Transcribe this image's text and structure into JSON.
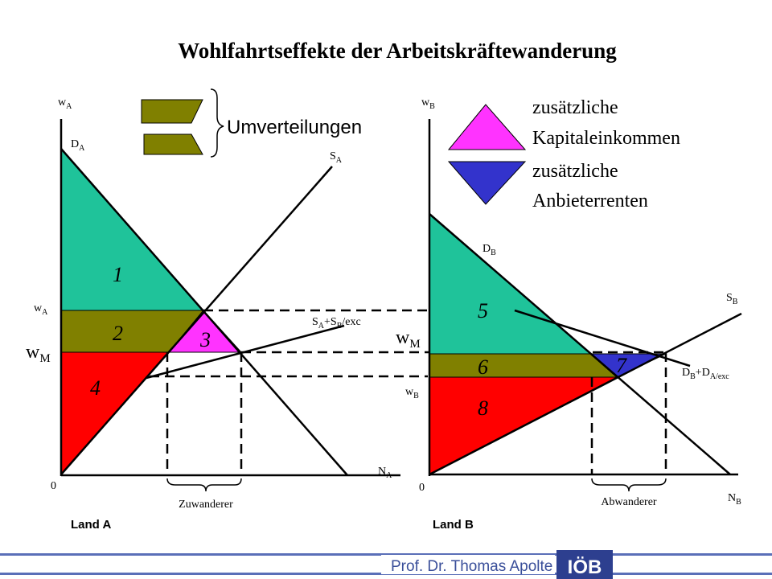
{
  "title": "Wohlfahrtseffekte der Arbeitskräftewanderung",
  "legend": {
    "redistribution": "Umverteilungen",
    "capital_1": "zusätzliche",
    "capital_2": "Kapitaleinkommen",
    "rent_1": "zusätzliche",
    "rent_2": "Anbieterrenten"
  },
  "country_a": {
    "name": "Land A",
    "y_axis_main": "w",
    "y_axis_main_sub": "A",
    "x_axis": "N",
    "x_axis_sub": "A",
    "origin": "0",
    "demand": "D",
    "demand_sub": "A",
    "supply": "S",
    "supply_sub": "A",
    "combined_supply_1": "S",
    "combined_supply_1_sub": "A",
    "combined_supply_2": "+S",
    "combined_supply_2_sub": "B",
    "combined_supply_3": "/exc",
    "wage_level": "w",
    "wage_level_sub": "A",
    "market_wage": "w",
    "market_wage_sub": "M",
    "migrants": "Zuwanderer",
    "areas": [
      "1",
      "2",
      "3",
      "4"
    ]
  },
  "country_b": {
    "name": "Land B",
    "y_axis_main": "w",
    "y_axis_main_sub": "B",
    "x_axis": "N",
    "x_axis_sub": "B",
    "origin": "0",
    "demand": "D",
    "demand_sub": "B",
    "supply": "S",
    "supply_sub": "B",
    "combined_demand_1": "D",
    "combined_demand_1_sub": "B",
    "combined_demand_2": "+D",
    "combined_demand_2_sub": "A/exc",
    "wage_level": "w",
    "wage_level_sub": "B",
    "market_wage": "w",
    "market_wage_sub": "M",
    "emigrants": "Abwanderer",
    "areas": [
      "5",
      "6",
      "7",
      "8"
    ]
  },
  "footer": {
    "author": "Prof. Dr. Thomas Apolte",
    "logo": "IÖB"
  },
  "colors": {
    "green": "#1fc39a",
    "olive": "#808000",
    "magenta": "#ff33ff",
    "blue": "#3333cc",
    "red": "#ff0000",
    "footer_bar": "#5a6fb8"
  }
}
